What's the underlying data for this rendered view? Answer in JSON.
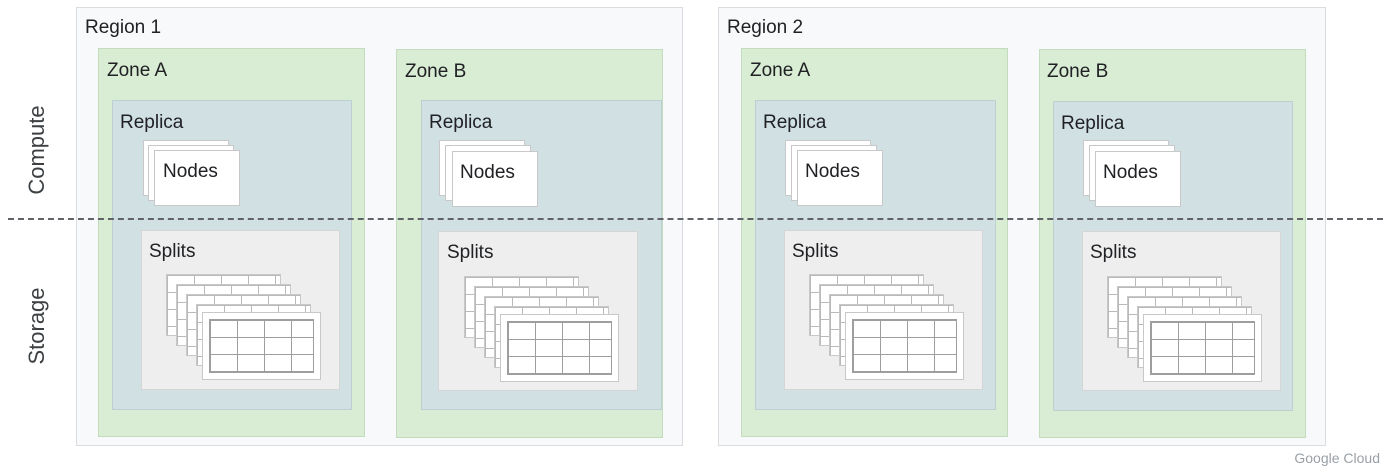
{
  "layers": {
    "compute": "Compute",
    "storage": "Storage"
  },
  "regions": [
    {
      "label": "Region 1",
      "zones": [
        {
          "label": "Zone A",
          "replica": "Replica",
          "nodes": "Nodes",
          "splits": "Splits"
        },
        {
          "label": "Zone B",
          "replica": "Replica",
          "nodes": "Nodes",
          "splits": "Splits"
        }
      ]
    },
    {
      "label": "Region 2",
      "zones": [
        {
          "label": "Zone A",
          "replica": "Replica",
          "nodes": "Nodes",
          "splits": "Splits"
        },
        {
          "label": "Zone B",
          "replica": "Replica",
          "nodes": "Nodes",
          "splits": "Splits"
        }
      ]
    }
  ],
  "watermark": "Google Cloud"
}
